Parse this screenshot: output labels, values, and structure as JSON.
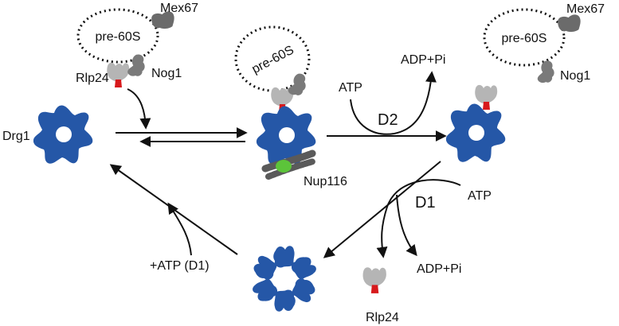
{
  "labels": {
    "mex67_a": "Mex67",
    "pre60s_a": "pre-60S",
    "rlp24_a": "Rlp24",
    "nog1_a": "Nog1",
    "drg1": "Drg1",
    "pre60s_b": "pre-60S",
    "atp_d2": "ATP",
    "adp_pi_d2": "ADP+Pi",
    "d2": "D2",
    "nup116": "Nup116",
    "mex67_c": "Mex67",
    "pre60s_c": "pre-60S",
    "nog1_c": "Nog1",
    "d1": "D1",
    "atp_d1": "ATP",
    "adp_pi_d1": "ADP+Pi",
    "plus_atp_d1": "+ATP (D1)",
    "rlp24_free": "Rlp24"
  },
  "colors": {
    "drg1_blue": "#2557a7",
    "rlp24_grey": "#b5b5b5",
    "nog1_grey": "#7a7a7a",
    "mex67_grey": "#6b6b6b",
    "red_tail": "#d7191c",
    "nup116_grey": "#5a5a5a",
    "nup116_green": "#5cc43a",
    "arrow": "#111111"
  }
}
